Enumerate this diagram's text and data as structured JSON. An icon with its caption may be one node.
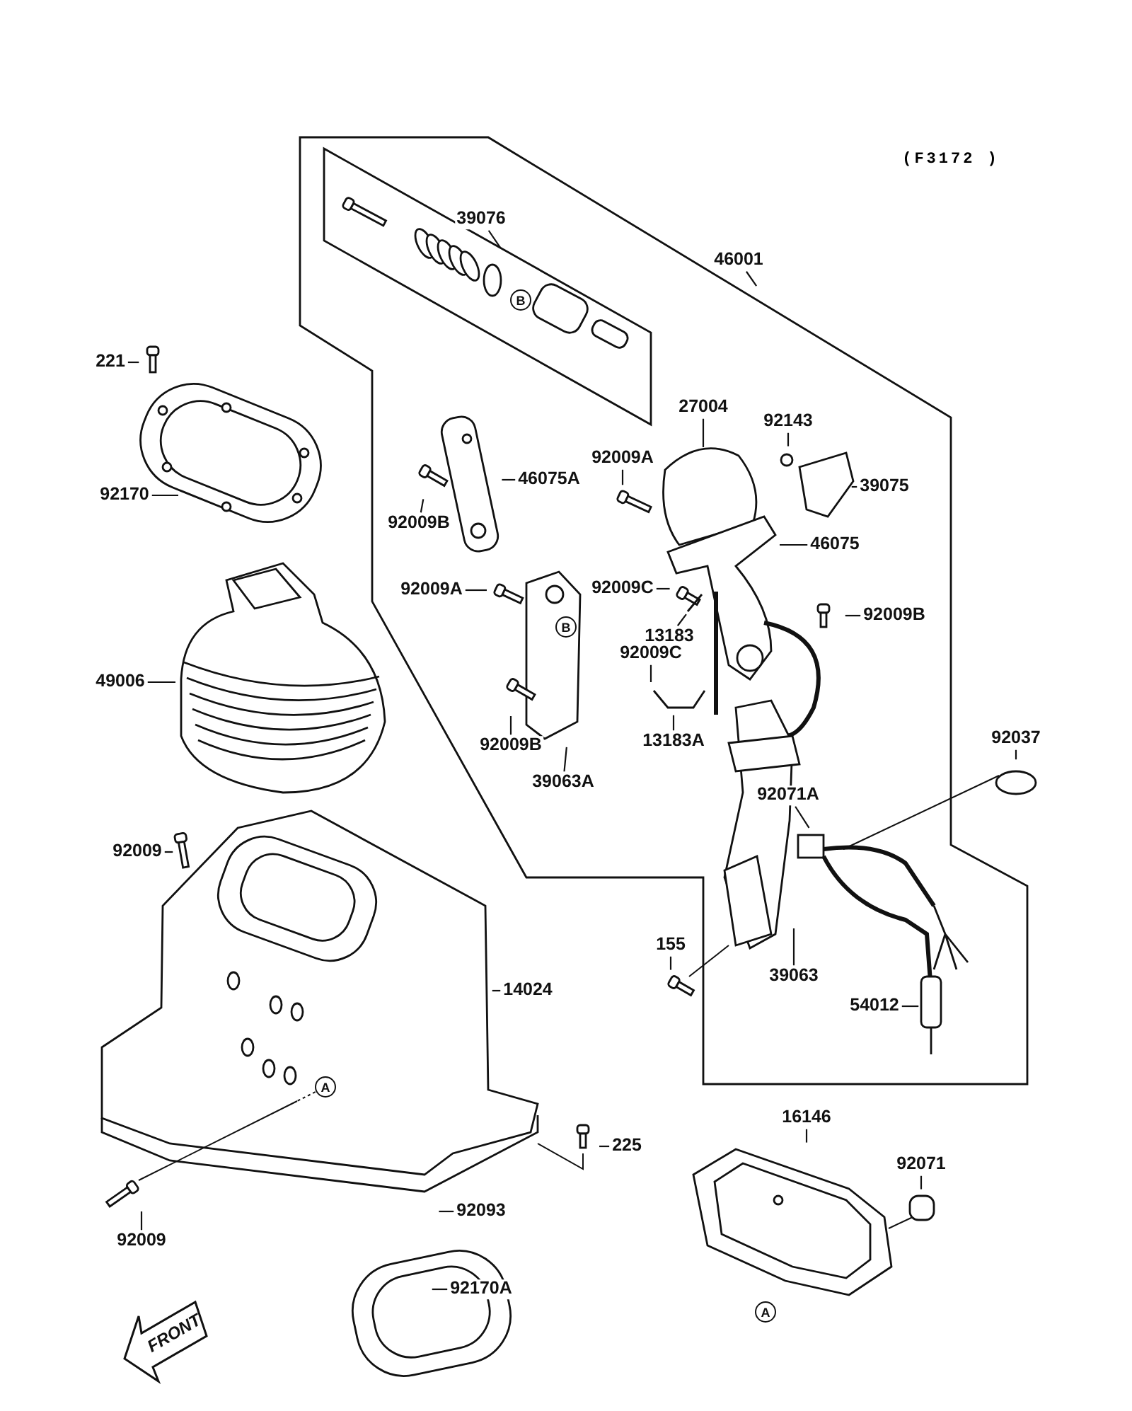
{
  "diagram": {
    "nodes": [
      {
        "text": [
          "39076"
        ]
      },
      {
        "text": [
          "46001"
        ]
      },
      {
        "text": [
          "221"
        ]
      },
      {
        "text": [
          "27004"
        ]
      },
      {
        "text": [
          "92143"
        ]
      },
      {
        "text": [
          "46075A"
        ]
      },
      {
        "text": [
          "92009A"
        ]
      },
      {
        "text": [
          "39075"
        ]
      },
      {
        "text": [
          "92170"
        ]
      },
      {
        "text": [
          "92009B"
        ]
      },
      {
        "text": [
          "46075"
        ]
      },
      {
        "text": [
          "92009A"
        ]
      },
      {
        "text": [
          "92009C"
        ]
      },
      {
        "text": [
          "92009B"
        ]
      },
      {
        "text": [
          "13183"
        ]
      },
      {
        "text": [
          "49006"
        ]
      },
      {
        "text": [
          "92009C"
        ]
      },
      {
        "text": [
          "92009B"
        ]
      },
      {
        "text": [
          "13183A"
        ]
      },
      {
        "text": [
          "92037"
        ]
      },
      {
        "text": [
          "39063A"
        ]
      },
      {
        "text": [
          "92071A"
        ]
      },
      {
        "text": [
          "92009"
        ]
      },
      {
        "text": [
          "155"
        ]
      },
      {
        "text": [
          "39063"
        ]
      },
      {
        "text": [
          "14024"
        ]
      },
      {
        "text": [
          "54012"
        ]
      },
      {
        "text": [
          "225"
        ]
      },
      {
        "text": [
          "16146"
        ]
      },
      {
        "text": [
          "92071"
        ]
      },
      {
        "text": [
          "92009"
        ]
      },
      {
        "text": [
          "92093"
        ]
      },
      {
        "text": [
          "92170A"
        ]
      }
    ],
    "edges": [
      {
        "from": 0,
        "to": null,
        "arrow": "none"
      },
      {
        "from": 1,
        "to": null,
        "arrow": "none"
      },
      {
        "from": 2,
        "to": null,
        "arrow": "none"
      },
      {
        "from": 3,
        "to": null,
        "arrow": "none"
      },
      {
        "from": 4,
        "to": null,
        "arrow": "none"
      },
      {
        "from": 5,
        "to": null,
        "arrow": "none"
      },
      {
        "from": 6,
        "to": null,
        "arrow": "none"
      },
      {
        "from": 7,
        "to": null,
        "arrow": "none"
      },
      {
        "from": 8,
        "to": null,
        "arrow": "none"
      },
      {
        "from": 9,
        "to": null,
        "arrow": "none"
      },
      {
        "from": 10,
        "to": null,
        "arrow": "none"
      },
      {
        "from": 11,
        "to": null,
        "arrow": "none"
      },
      {
        "from": 12,
        "to": null,
        "arrow": "none"
      },
      {
        "from": 13,
        "to": null,
        "arrow": "none"
      },
      {
        "from": 14,
        "to": null,
        "arrow": "none"
      },
      {
        "from": 15,
        "to": null,
        "arrow": "none"
      },
      {
        "from": 16,
        "to": null,
        "arrow": "none"
      },
      {
        "from": 17,
        "to": null,
        "arrow": "none"
      },
      {
        "from": 18,
        "to": null,
        "arrow": "none"
      },
      {
        "from": 19,
        "to": null,
        "arrow": "none"
      },
      {
        "from": 20,
        "to": null,
        "arrow": "none"
      },
      {
        "from": 21,
        "to": null,
        "arrow": "none"
      },
      {
        "from": 22,
        "to": null,
        "arrow": "none"
      },
      {
        "from": 23,
        "to": null,
        "arrow": "none"
      },
      {
        "from": 24,
        "to": null,
        "arrow": "none"
      },
      {
        "from": 25,
        "to": null,
        "arrow": "none"
      },
      {
        "from": 26,
        "to": null,
        "arrow": "none"
      },
      {
        "from": 27,
        "to": null,
        "arrow": "none"
      },
      {
        "from": 28,
        "to": null,
        "arrow": "none"
      },
      {
        "from": 29,
        "to": null,
        "arrow": "none"
      },
      {
        "from": 30,
        "to": null,
        "arrow": "none"
      },
      {
        "from": 31,
        "to": null,
        "arrow": "none"
      },
      {
        "from": 32,
        "to": null,
        "arrow": "none"
      }
    ],
    "labels": [
      "(F3172 )",
      "B",
      "B",
      "A",
      "A",
      "FRONT"
    ]
  }
}
